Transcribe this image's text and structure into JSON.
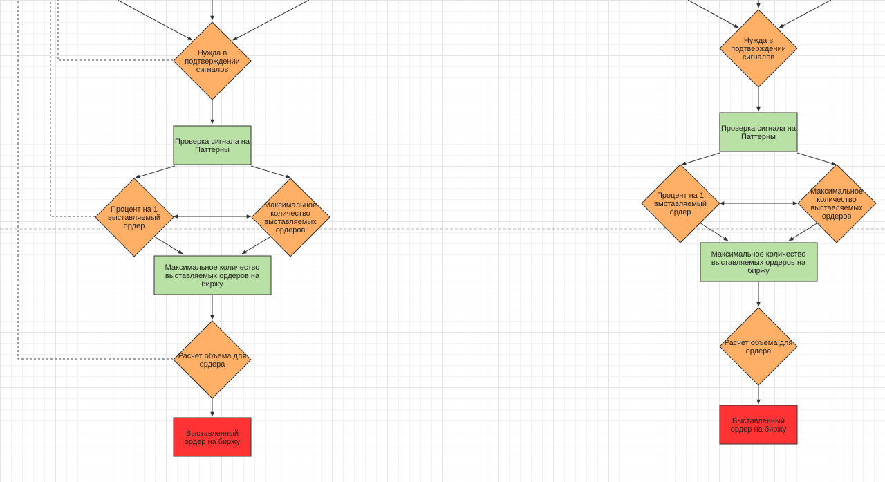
{
  "colors": {
    "decision": "#ffb066",
    "process": "#b9e0a5",
    "terminal": "#ff3333",
    "stroke": "#333333",
    "edge": "#333333"
  },
  "left_flow": {
    "need_confirmation": [
      "Нужда в",
      "подтверждении",
      "сигналов"
    ],
    "pattern_check": [
      "Проверка сигнала на",
      "Паттерны"
    ],
    "percent_per_order": [
      "Процент на 1",
      "выставляемый",
      "ордер"
    ],
    "max_orders_decision": [
      "Максимальное",
      "количество",
      "выставляемых",
      "ордеров"
    ],
    "max_orders_to_exchange": [
      "Максимальное количество",
      "выставляемых ордеров на",
      "биржу"
    ],
    "volume_calc": [
      "Расчет объема для",
      "ордера"
    ],
    "placed_order": [
      "Выставленный",
      "ордер на биржу"
    ]
  },
  "right_flow": {
    "need_confirmation": [
      "Нужда в",
      "подтверждении",
      "сигналов"
    ],
    "pattern_check": [
      "Проверка сигнала на",
      "Паттерны"
    ],
    "percent_per_order": [
      "Процент на 1",
      "выставляемый",
      "ордер"
    ],
    "max_orders_decision": [
      "Максимальное",
      "количество",
      "выставляемых",
      "ордеров"
    ],
    "max_orders_to_exchange": [
      "Максимальное количество",
      "выставляемых ордеров на",
      "биржу"
    ],
    "volume_calc": [
      "Расчет объема для",
      "ордера"
    ],
    "placed_order": [
      "Выставленный",
      "ордер на биржу"
    ]
  }
}
